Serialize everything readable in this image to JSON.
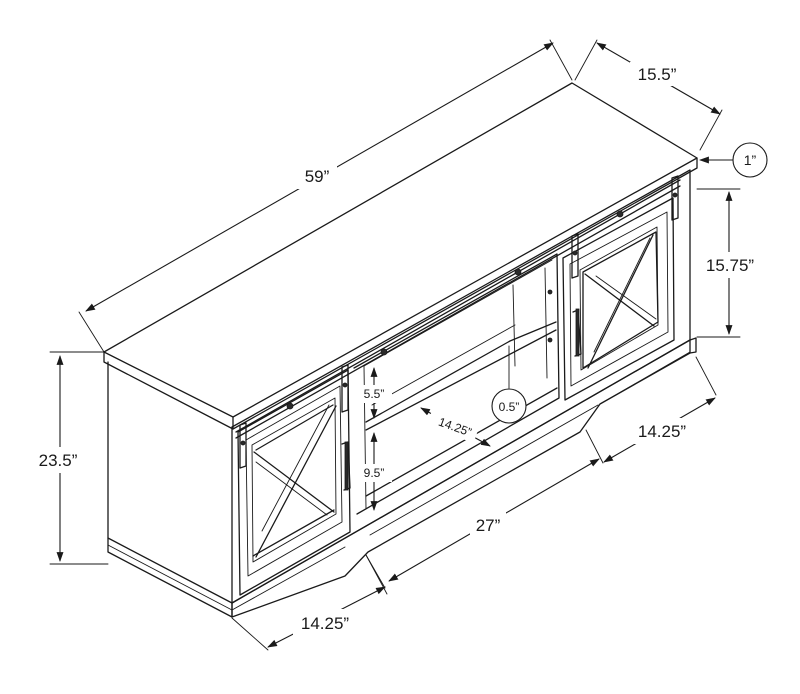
{
  "dimensions": {
    "overall_width": "59”",
    "depth": "15.5”",
    "top_thickness": "1”",
    "side_cabinet_height": "15.75”",
    "overall_height": "23.5”",
    "upper_shelf_clearance": "5.5”",
    "lower_shelf_clearance": "9.5”",
    "shelf_depth": "14.25”",
    "shelf_thickness": "0.5”",
    "center_opening_width": "27”",
    "cabinet_inner_depth_right": "14.25”",
    "left_cabinet_width": "14.25”"
  }
}
